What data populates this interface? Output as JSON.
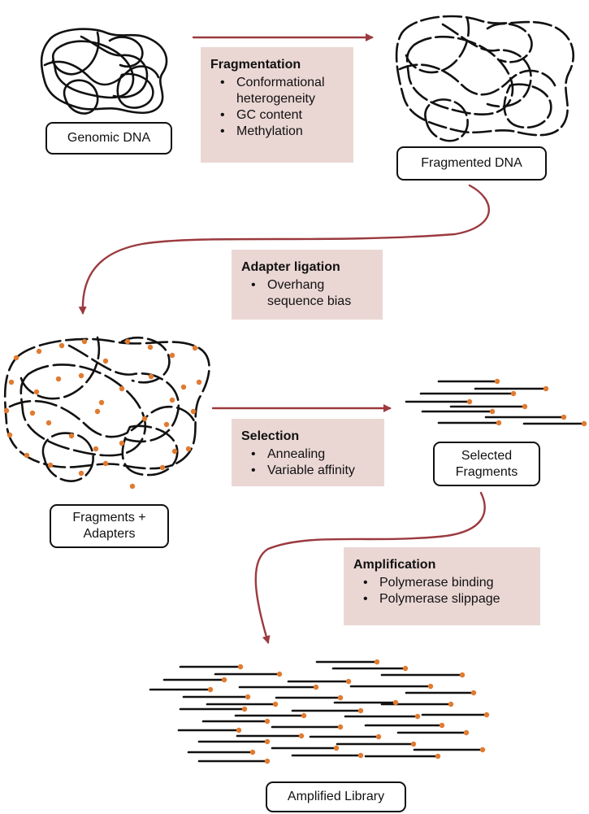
{
  "colors": {
    "arrow": "#9b3a3f",
    "step_fill": "#ead7d4",
    "strand": "#111111",
    "adapter": "#e07b30"
  },
  "nodes": {
    "genomic": "Genomic DNA",
    "fragmented": "Fragmented DNA",
    "fragments_adapters": "Fragments +\nAdapters",
    "selected": "Selected\nFragments",
    "amplified": "Amplified Library"
  },
  "steps": {
    "fragmentation": {
      "title": "Fragmentation",
      "items": [
        "Conformational heterogeneity",
        "GC content",
        "Methylation"
      ]
    },
    "adapter_ligation": {
      "title": "Adapter ligation",
      "items": [
        "Overhang sequence bias"
      ]
    },
    "selection": {
      "title": "Selection",
      "items": [
        "Annealing",
        "Variable affinity"
      ]
    },
    "amplification": {
      "title": "Amplification",
      "items": [
        "Polymerase binding",
        "Polymerase slippage"
      ]
    }
  }
}
